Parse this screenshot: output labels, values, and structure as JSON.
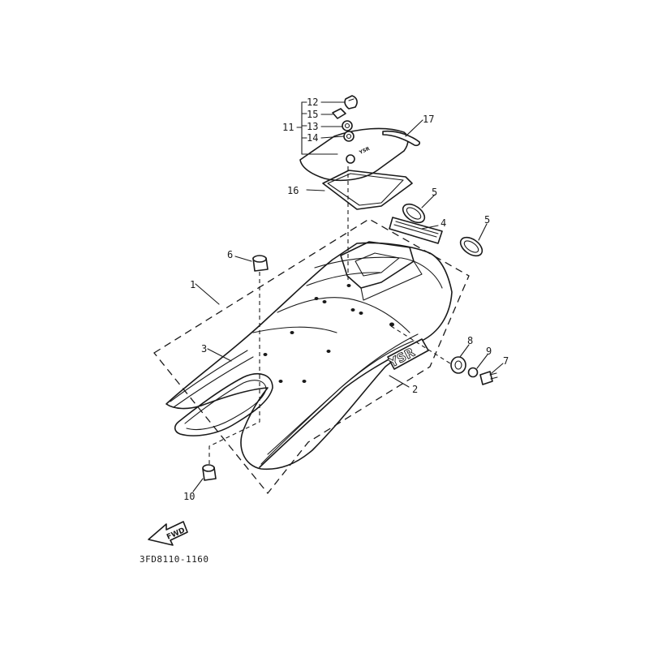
{
  "diagram": {
    "drawing_code": "3FD8110-1160",
    "direction_arrow": "FWD",
    "seat_emblem_text": "YSR",
    "callouts": [
      {
        "id": "1",
        "text": "1"
      },
      {
        "id": "2",
        "text": "2"
      },
      {
        "id": "3",
        "text": "3"
      },
      {
        "id": "4",
        "text": "4"
      },
      {
        "id": "5a",
        "text": "5"
      },
      {
        "id": "5b",
        "text": "5"
      },
      {
        "id": "6",
        "text": "6"
      },
      {
        "id": "7",
        "text": "7"
      },
      {
        "id": "8",
        "text": "8"
      },
      {
        "id": "9",
        "text": "9"
      },
      {
        "id": "10",
        "text": "10"
      },
      {
        "id": "11",
        "text": "11"
      },
      {
        "id": "12",
        "text": "12"
      },
      {
        "id": "13",
        "text": "13"
      },
      {
        "id": "14",
        "text": "14"
      },
      {
        "id": "15",
        "text": "15"
      },
      {
        "id": "16",
        "text": "16"
      },
      {
        "id": "17",
        "text": "17"
      }
    ]
  }
}
